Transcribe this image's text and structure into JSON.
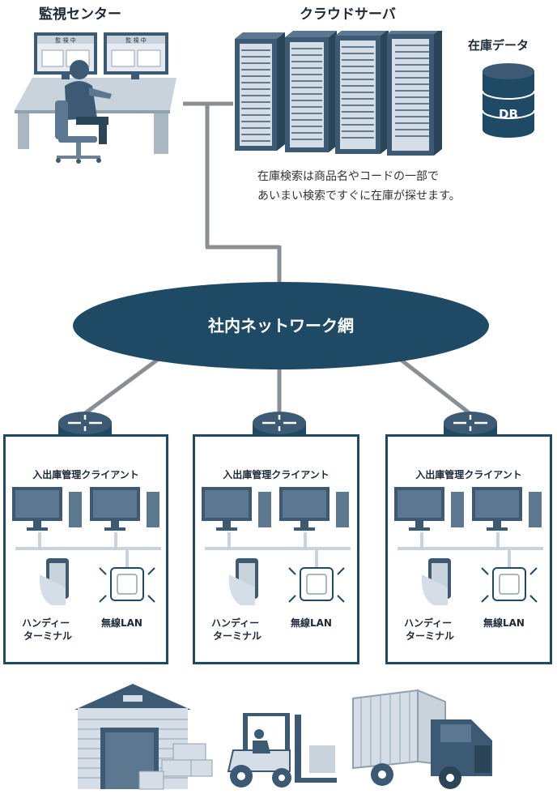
{
  "monitor_center": {
    "title": "監視センター",
    "screen_text": "監 視 中"
  },
  "cloud_server": {
    "title": "クラウドサーバ"
  },
  "inventory_data": {
    "label": "在庫データ",
    "db_text": "DB"
  },
  "description": {
    "line1": "在庫検索は商品名やコードの一部で",
    "line2": "あいまい検索ですぐに在庫が探せます。"
  },
  "network": {
    "label": "社内ネットワーク網"
  },
  "clients": [
    {
      "title": "入出庫管理クライアント",
      "handy_line1": "ハンディー",
      "handy_line2": "ターミナル",
      "wlan": "無線LAN"
    },
    {
      "title": "入出庫管理クライアント",
      "handy_line1": "ハンディー",
      "handy_line2": "ターミナル",
      "wlan": "無線LAN"
    },
    {
      "title": "入出庫管理クライアント",
      "handy_line1": "ハンディー",
      "handy_line2": "ターミナル",
      "wlan": "無線LAN"
    }
  ],
  "colors": {
    "navy": "#1f4a66",
    "steel": "#3c5a73",
    "gray_line": "#8a8f94",
    "light": "#c9d3db"
  }
}
